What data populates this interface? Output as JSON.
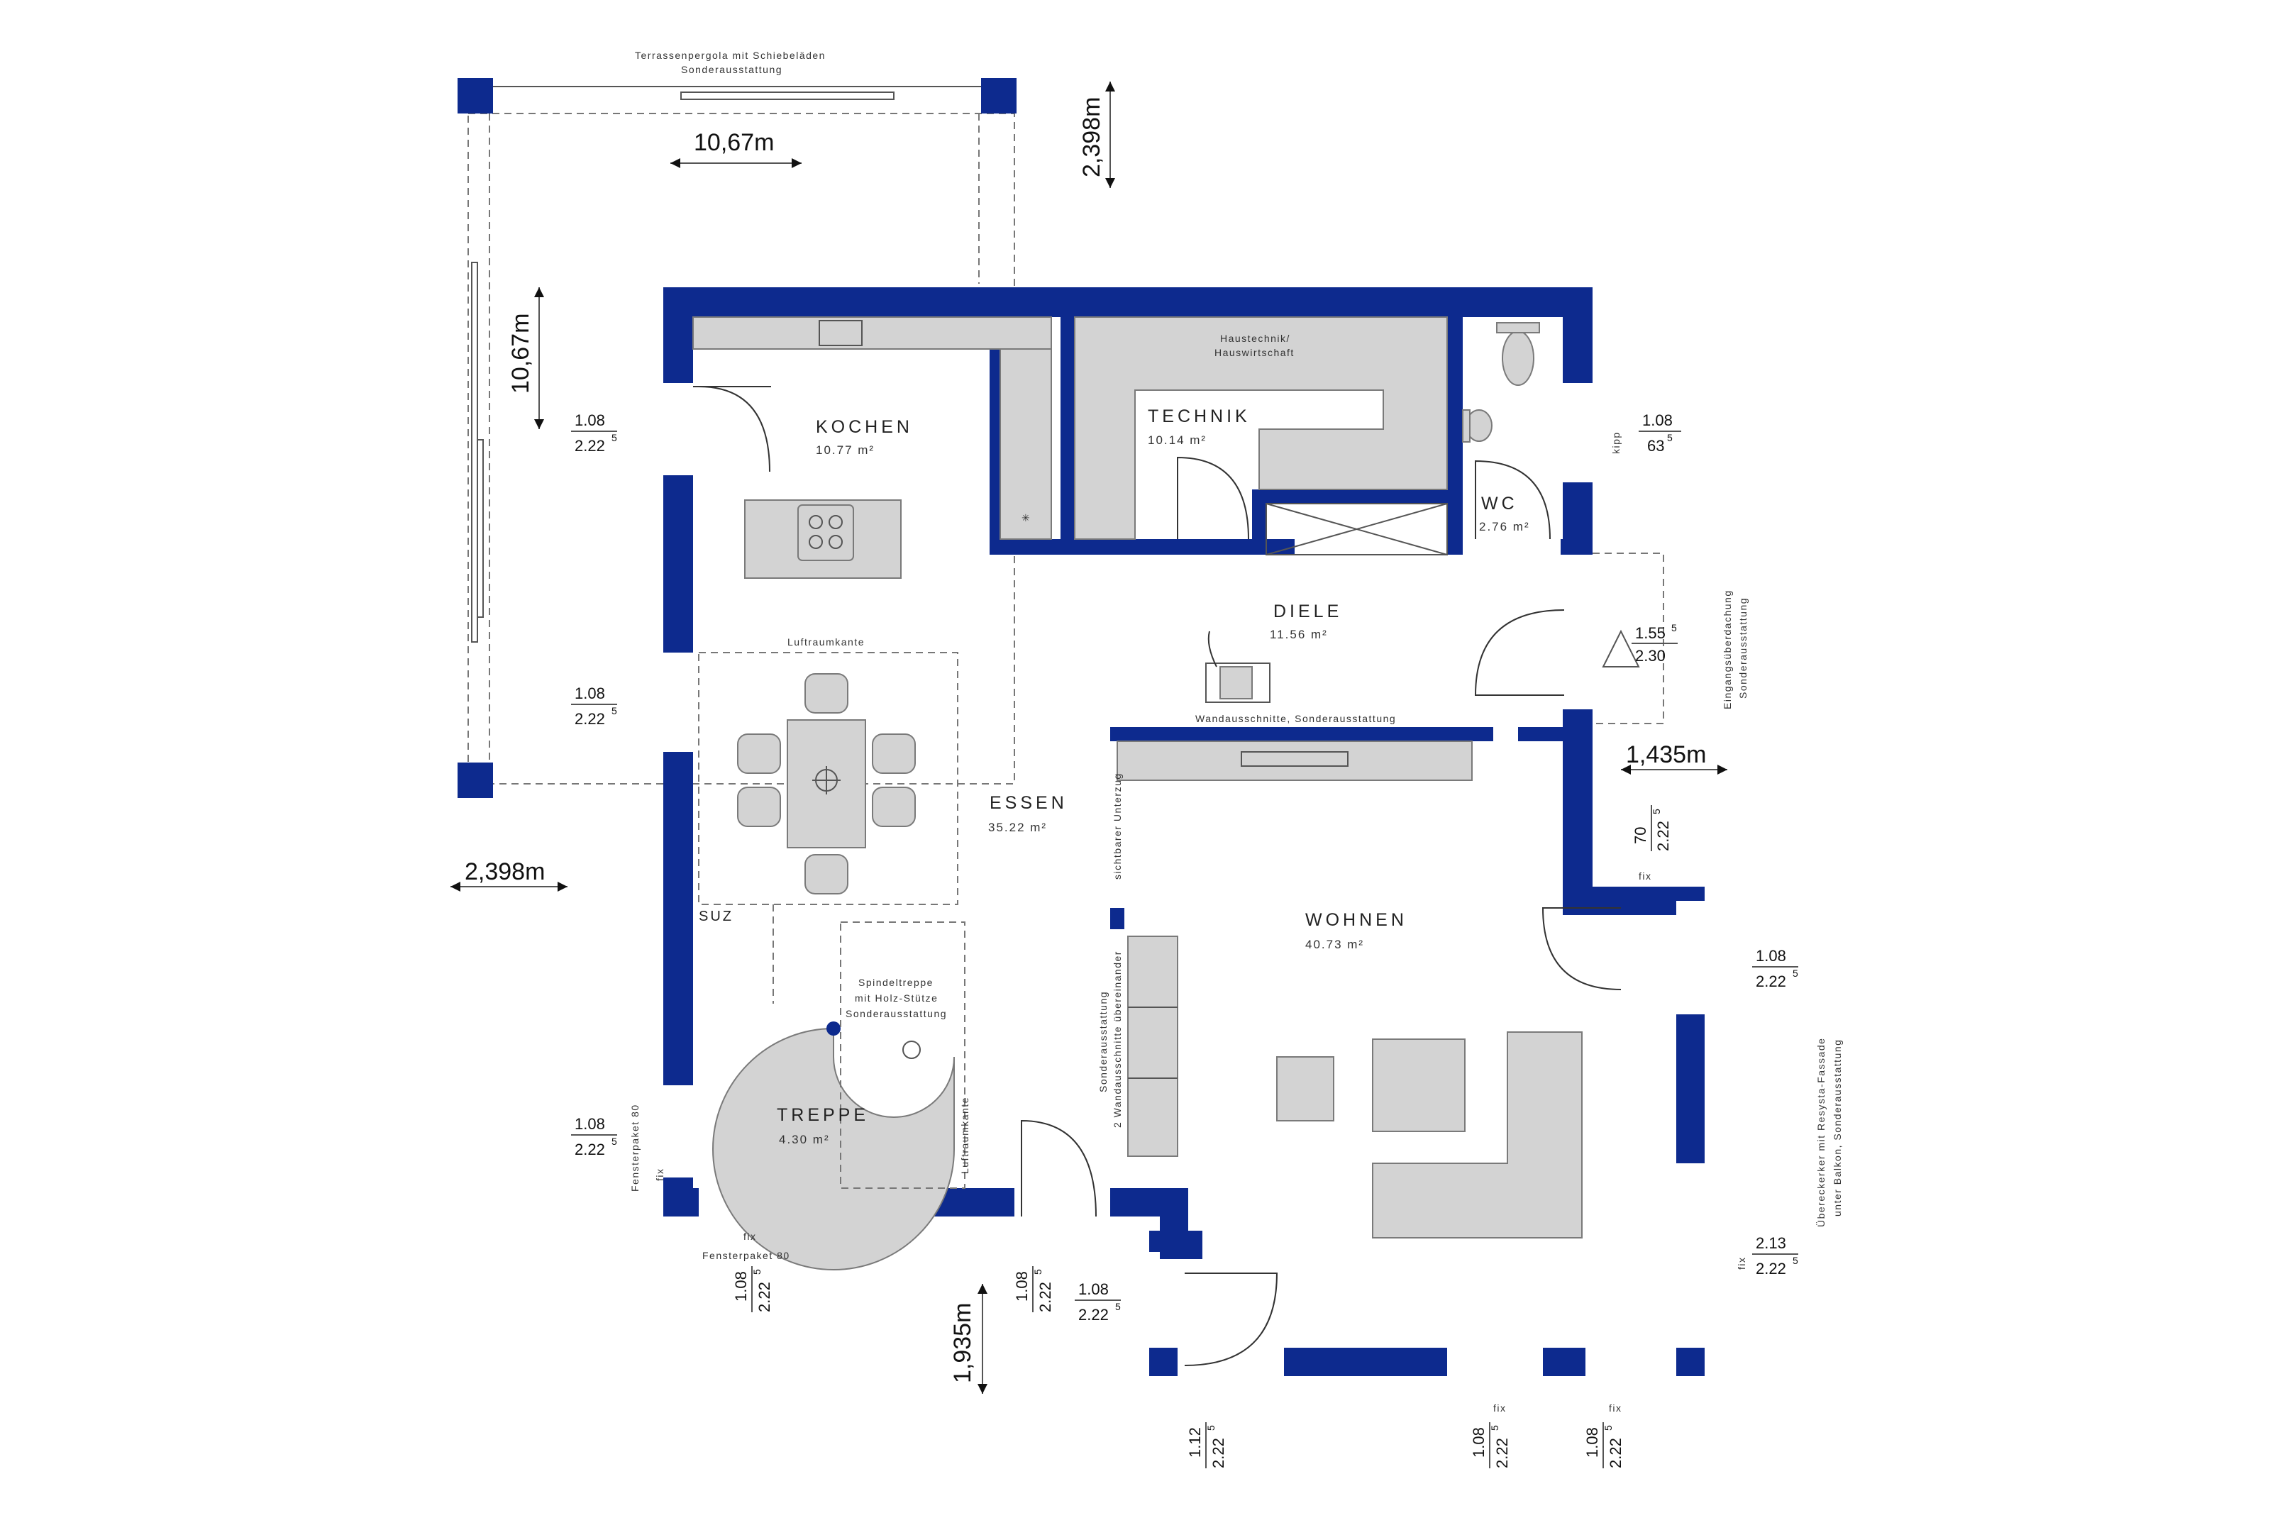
{
  "rooms": {
    "kochen": {
      "name": "KOCHEN",
      "area": "10.77 m²"
    },
    "technik": {
      "name": "TECHNIK",
      "area": "10.14 m²",
      "note_line1": "Haustechnik/",
      "note_line2": "Hauswirtschaft"
    },
    "wc": {
      "name": "WC",
      "area": "2.76 m²"
    },
    "diele": {
      "name": "DIELE",
      "area": "11.56 m²"
    },
    "essen": {
      "name": "ESSEN",
      "area": "35.22 m²"
    },
    "wohnen": {
      "name": "WOHNEN",
      "area": "40.73 m²"
    },
    "treppe": {
      "name": "TREPPE",
      "area": "4.30 m²"
    }
  },
  "annotations": {
    "pergola_line1": "Terrassenpergola mit Schiebeläden",
    "pergola_line2": "Sonderausstattung",
    "luftraumkante": "Luftraumkante",
    "luftraumkante_vertical": "Luftraumkante",
    "suz": "SUZ",
    "spindel_line1": "Spindeltreppe",
    "spindel_line2": "mit Holz-Stütze",
    "spindel_line3": "Sonderausstattung",
    "wandausschnitte": "Wandausschnitte, Sonderausstattung",
    "unterzug": "sichtbarer Unterzug",
    "wandausschnitte2_line1": "2 Wandausschnitte übereinander",
    "wandausschnitte2_line2": "Sonderausstattung",
    "eingang_line1": "Eingangsüberdachung",
    "eingang_line2": "Sonderausstattung",
    "erker_line1": "Übereckerker mit Resysta-Fassade",
    "erker_line2": "unter Balkon, Sonderausstattung",
    "fensterpaket_left": "Fensterpaket 80",
    "fensterpaket_bottom": "Fensterpaket 80",
    "kipp": "kipp",
    "fix": "fix"
  },
  "dimensions": {
    "pergola_width": "10,67m",
    "pergola_depth": "10,67m",
    "pergola_height": "2,398m",
    "pergola_left": "2,398m",
    "entrance_width": "1,435m",
    "bottom_projection": "1,935m"
  },
  "windows": {
    "w1": {
      "num": "1.08",
      "den": "2.22",
      "sup": "5"
    },
    "w2": {
      "num": "1.08",
      "den": "2.22",
      "sup": "5"
    },
    "w3": {
      "num": "1.08",
      "den": "2.22",
      "sup": "5"
    },
    "w4": {
      "num": "1.08",
      "den": "63",
      "sup": "5"
    },
    "w5": {
      "num": "1.55",
      "den": "2.30",
      "sup": "5"
    },
    "w6": {
      "num": "70",
      "den": "2.22",
      "sup": "5"
    },
    "w7": {
      "num": "1.08",
      "den": "2.22",
      "sup": "5"
    },
    "w8": {
      "num": "2.13",
      "den": "2.22",
      "sup": "5"
    },
    "w9": {
      "num": "1.08",
      "den": "2.22",
      "sup": "5"
    },
    "w10": {
      "num": "1.08",
      "den": "2.22",
      "sup": "5"
    },
    "w11": {
      "num": "1.08",
      "den": "2.22",
      "sup": "5"
    },
    "w12": {
      "num": "1.12",
      "den": "2.22",
      "sup": "5"
    },
    "w13": {
      "num": "1.08",
      "den": "2.22",
      "sup": "5"
    },
    "w14": {
      "num": "1.08",
      "den": "2.22",
      "sup": "5"
    }
  },
  "colors": {
    "wall": "#0d2a8e",
    "furniture": "#d3d3d3"
  }
}
